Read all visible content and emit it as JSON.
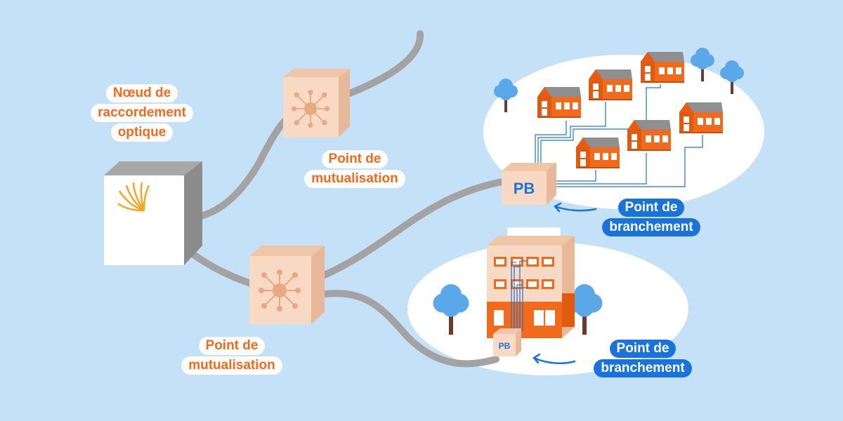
{
  "labels": {
    "nro": [
      "Nœud de",
      "raccordement",
      "optique"
    ],
    "pm_top": [
      "Point de",
      "mutualisation"
    ],
    "pm_bottom": [
      "Point de",
      "mutualisation"
    ],
    "pb_houses": [
      "Point de",
      "branchement"
    ],
    "pb_building": [
      "Point de",
      "branchement"
    ]
  },
  "boxes": {
    "pb_houses_text": "PB",
    "pb_building_text": "PB"
  },
  "colors": {
    "background": "#c4e1f7",
    "accent_orange": "#f26a1b",
    "accent_blue": "#1a73d9",
    "cable_gray": "#a3a3a3",
    "box_peach": "#f8d9c4",
    "fiber_yellow": "#f5a623"
  }
}
